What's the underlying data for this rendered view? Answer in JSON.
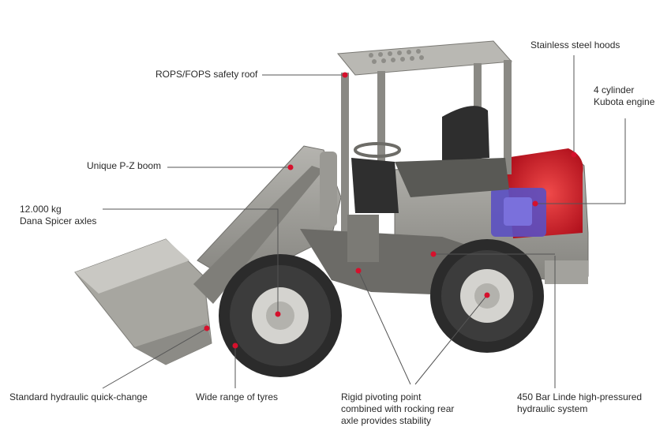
{
  "colors": {
    "leader_line": "#555555",
    "marker_dot": "#d6102c",
    "machine_body": "#9c9b96",
    "tyre": "#2b2b2b",
    "engine_highlight": "#d91f2a",
    "engine_block": "#5a4fc0"
  },
  "labels": {
    "rops": "ROPS/FOPS safety roof",
    "hoods": "Stainless steel hoods",
    "engine_line1": "4 cylinder",
    "engine_line2": "Kubota engine",
    "boom": "Unique P-Z boom",
    "axles_line1": "12.000 kg",
    "axles_line2": "Dana Spicer axles",
    "quickchange": "Standard hydraulic quick-change",
    "tyres": "Wide range of tyres",
    "pivot_line1": "Rigid pivoting point",
    "pivot_line2": "combined with rocking rear",
    "pivot_line3": "axle provides stability",
    "hydraulic_line1": "450 Bar Linde high-pressured",
    "hydraulic_line2": "hydraulic system"
  }
}
